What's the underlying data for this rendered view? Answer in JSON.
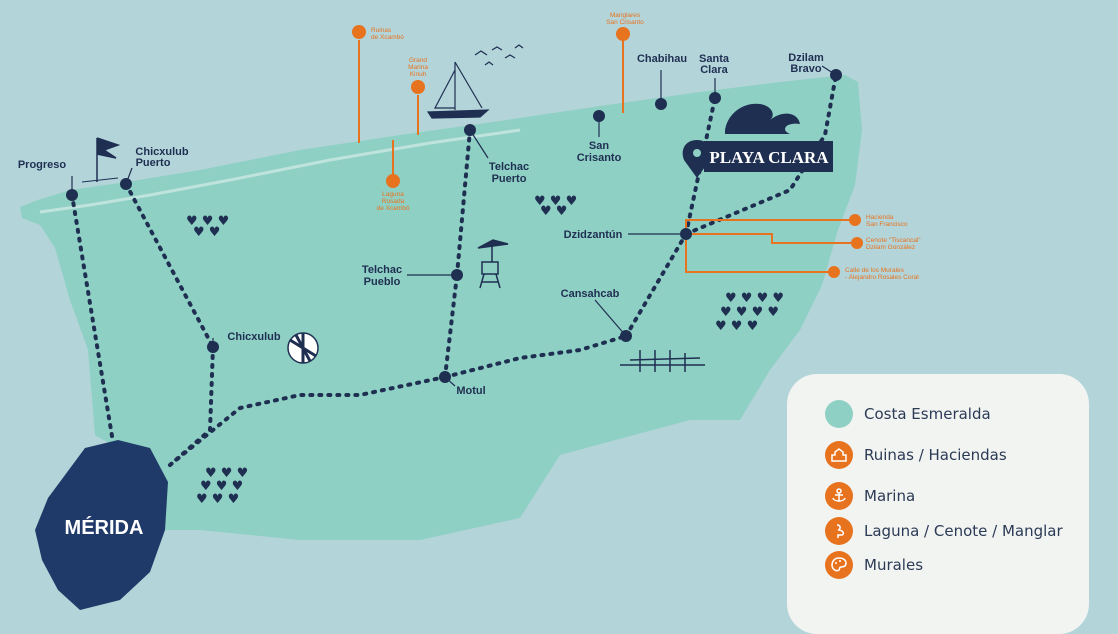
{
  "colors": {
    "sea": "#b3d4d9",
    "land": "#8fd0c4",
    "navy": "#1f2f52",
    "orange": "#e8731f",
    "merida": "#1f3a68",
    "legend_bg": "#f2f4f2"
  },
  "towns": {
    "progreso": "Progreso",
    "chicxulub_puerto_1": "Chicxulub",
    "chicxulub_puerto_2": "Puerto",
    "chicxulub": "Chicxulub",
    "telchac_puerto_1": "Telchac",
    "telchac_puerto_2": "Puerto",
    "telchac_pueblo_1": "Telchac",
    "telchac_pueblo_2": "Pueblo",
    "motul": "Motul",
    "san_crisanto_1": "San",
    "san_crisanto_2": "Crisanto",
    "chabihau": "Chabihau",
    "santa_clara_1": "Santa",
    "santa_clara_2": "Clara",
    "dzilam_bravo_1": "Dzilam",
    "dzilam_bravo_2": "Bravo",
    "dzidzantun": "Dzidzantún",
    "cansahcab": "Cansahcab"
  },
  "merida": "MÉRIDA",
  "playa_clara": "PLAYA CLARA",
  "pois": {
    "ruinas_xcambo_1": "Ruinas",
    "ruinas_xcambo_2": "de Xcambó",
    "grand_marina_1": "Grand",
    "grand_marina_2": "Marina",
    "grand_marina_3": "Kinuh",
    "laguna_rosada_1": "Laguna",
    "laguna_rosada_2": "Rosada",
    "laguna_rosada_3": "de Xcambó",
    "manglares_1": "Manglares",
    "manglares_2": "San Crisanto",
    "hacienda_1": "Hacienda",
    "hacienda_2": "San Francisco",
    "cenote_1": "Cenote \"Tiscancal\"",
    "cenote_2": "Dzilam González",
    "calle_murales_1": "Calle de los Murales",
    "calle_murales_2": "- Alejandro Rosales Coral"
  },
  "legend": {
    "items": [
      {
        "label": "Costa Esmeralda",
        "icon": "teal-circle"
      },
      {
        "label": "Ruinas / Haciendas",
        "icon": "ruins-icon"
      },
      {
        "label": "Marina",
        "icon": "anchor-icon"
      },
      {
        "label": "Laguna / Cenote / Manglar",
        "icon": "flamingo-icon"
      },
      {
        "label": "Murales",
        "icon": "palette-icon"
      }
    ]
  }
}
